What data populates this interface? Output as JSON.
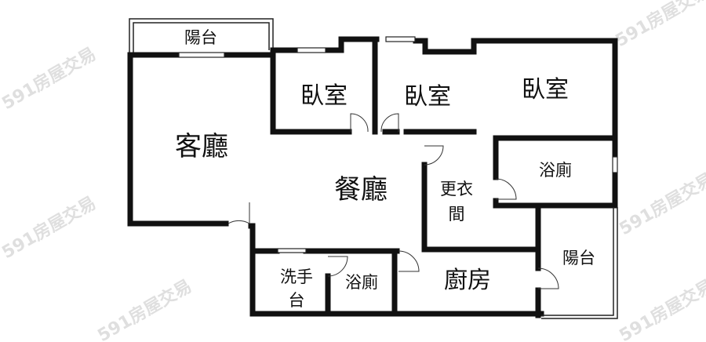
{
  "watermark": "591房屋交易",
  "rooms": {
    "balcony_top": "陽台",
    "bedroom_1": "臥室",
    "bedroom_2": "臥室",
    "bedroom_3": "臥室",
    "living_room": "客廳",
    "dining_room": "餐廳",
    "walk_in_closet_line1": "更衣",
    "walk_in_closet_line2": "間",
    "bathroom_right": "浴廁",
    "balcony_right": "陽台",
    "kitchen": "廚房",
    "wash_basin_line1": "洗手",
    "wash_basin_line2": "台",
    "bathroom_bottom": "浴廁"
  }
}
